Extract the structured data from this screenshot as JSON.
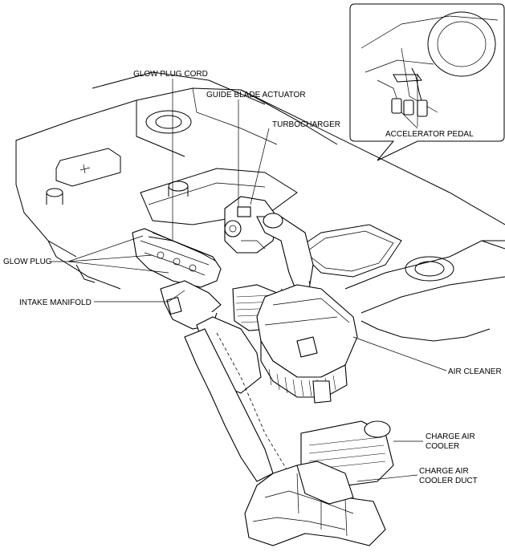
{
  "labels": {
    "glow_plug_cord": "GLOW PLUG CORD",
    "guide_blade_actuator": "GUIDE BLADE ACTUATOR",
    "turbocharger": "TURBOCHARGER",
    "glow_plug": "GLOW PLUG",
    "intake_manifold": "INTAKE MANIFOLD",
    "air_cleaner": "AIR CLEANER",
    "charge_air_cooler_line1": "CHARGE AIR",
    "charge_air_cooler_line2": "COOLER",
    "charge_air_cooler_duct_line1": "CHARGE AIR",
    "charge_air_cooler_duct_line2": "COOLER DUCT",
    "accelerator_pedal": "ACCELERATOR PEDAL"
  }
}
